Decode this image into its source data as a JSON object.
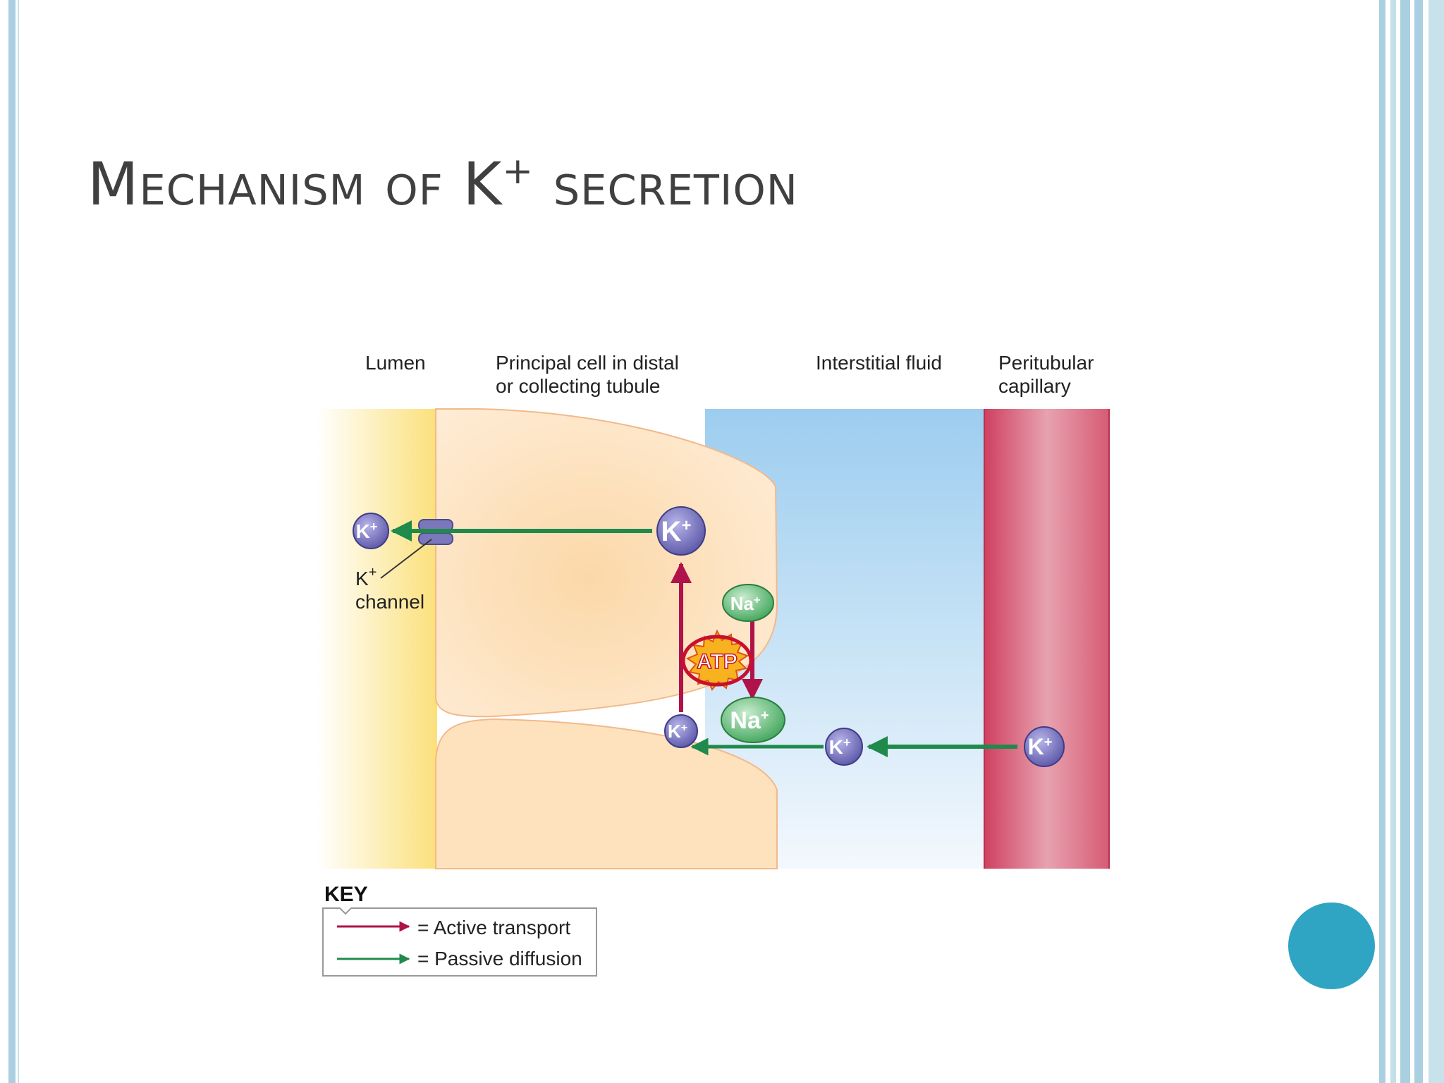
{
  "slide": {
    "title_main": "Mechanism of K",
    "title_sup": "+",
    "title_end": " secretion"
  },
  "diagram": {
    "headers": {
      "lumen": "Lumen",
      "principal_cell_line1": "Principal cell in distal",
      "principal_cell_line2": "or collecting tubule",
      "interstitial": "Interstitial fluid",
      "capillary_line1": "Peritubular",
      "capillary_line2": "capillary"
    },
    "channel_label": {
      "k": "K",
      "sup": "+",
      "word": "channel"
    },
    "ions": {
      "k": "K",
      "na": "Na",
      "plus": "+"
    },
    "atp": "ATP",
    "key": {
      "title": "KEY",
      "active": "= Active transport",
      "passive": "= Passive diffusion"
    },
    "colors": {
      "active": "#b0124a",
      "passive": "#1f8a4c",
      "lumen": "#fbe9a0",
      "cell": "#fde3bf",
      "interstitial": "#a9d2ef",
      "capillary": "#d6536d",
      "k_ion": "#6f6bb7",
      "na_ion": "#57b86d",
      "accent_dot": "#2fa4c3"
    }
  }
}
